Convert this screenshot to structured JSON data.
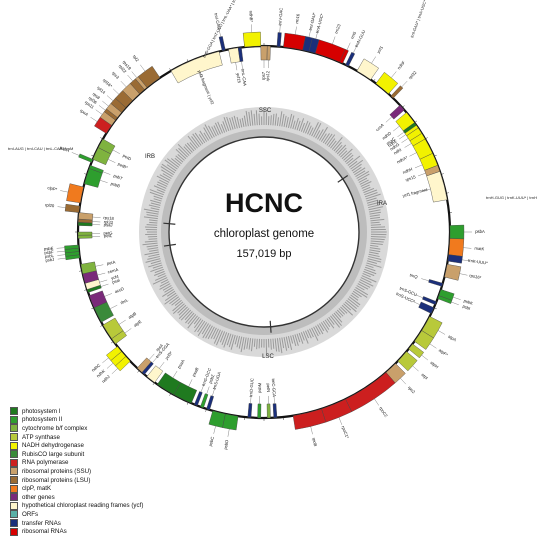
{
  "center": {
    "name": "HCNC",
    "subtitle": "chloroplast genome",
    "size": "157,019 bp"
  },
  "regions": {
    "ssc": "SSC",
    "lsc": "LSC",
    "ira": "IRA",
    "irb": "IRB"
  },
  "colors": {
    "photosystem_i": "#1f7a1f",
    "photosystem_ii": "#2e9e2e",
    "cytochrome": "#7fb33f",
    "atp": "#b8c93a",
    "nadh": "#f2f200",
    "rubisco": "#3a8a3a",
    "rna_pol": "#cc1f1f",
    "ssu": "#c9a06b",
    "lsu": "#9a6b34",
    "clpp": "#f07a1e",
    "other": "#7a2a7a",
    "ycf": "#fff6cc",
    "orfs": "#5ab0a6",
    "trna": "#1b2f7a",
    "rrna": "#d60000"
  },
  "legend": [
    {
      "label": "photosystem I",
      "color": "#1f7a1f"
    },
    {
      "label": "photosystem II",
      "color": "#2e9e2e"
    },
    {
      "label": "cytochrome b/f complex",
      "color": "#7fb33f"
    },
    {
      "label": "ATP synthase",
      "color": "#b8c93a"
    },
    {
      "label": "NADH dehydrogenase",
      "color": "#f2f200"
    },
    {
      "label": "RubisCO large subunit",
      "color": "#3a8a3a"
    },
    {
      "label": "RNA polymerase",
      "color": "#cc1f1f"
    },
    {
      "label": "ribosomal proteins (SSU)",
      "color": "#c9a06b"
    },
    {
      "label": "ribosomal proteins (LSU)",
      "color": "#9a6b34"
    },
    {
      "label": "clpP, matK",
      "color": "#f07a1e"
    },
    {
      "label": "other genes",
      "color": "#7a2a7a"
    },
    {
      "label": "hypothetical chloroplast reading frames (ycf)",
      "color": "#fff6cc"
    },
    {
      "label": "ORFs",
      "color": "#5ab0a6"
    },
    {
      "label": "transfer RNAs",
      "color": "#1b2f7a"
    },
    {
      "label": "ribosomal RNAs",
      "color": "#d60000"
    }
  ],
  "genes": [
    {
      "label": "psbA",
      "start": 88,
      "end": 92,
      "color": "#2e9e2e",
      "side": "out"
    },
    {
      "label": "matK",
      "start": 92,
      "end": 97,
      "color": "#f07a1e",
      "side": "out"
    },
    {
      "label": "trnK-UUU*",
      "start": 97,
      "end": 99,
      "color": "#1b2f7a",
      "side": "out"
    },
    {
      "label": "rps16*",
      "start": 100,
      "end": 104,
      "color": "#c9a06b",
      "side": "out"
    },
    {
      "label": "trnQ",
      "start": 106,
      "end": 107,
      "color": "#1b2f7a",
      "side": "in"
    },
    {
      "label": "psbK",
      "start": 108,
      "end": 110,
      "color": "#2e9e2e",
      "side": "out"
    },
    {
      "label": "psbI",
      "start": 110,
      "end": 111,
      "color": "#2e9e2e",
      "side": "out"
    },
    {
      "label": "trnS-GCU",
      "start": 112,
      "end": 113,
      "color": "#1b2f7a",
      "side": "in"
    },
    {
      "label": "trnG-UCC*",
      "start": 114,
      "end": 116,
      "color": "#1b2f7a",
      "side": "in"
    },
    {
      "label": "atpA",
      "start": 117,
      "end": 122,
      "color": "#b8c93a",
      "side": "out"
    },
    {
      "label": "atpF*",
      "start": 122,
      "end": 126,
      "color": "#b8c93a",
      "side": "out"
    },
    {
      "label": "atpH",
      "start": 127,
      "end": 129,
      "color": "#b8c93a",
      "side": "out"
    },
    {
      "label": "atpI",
      "start": 130,
      "end": 134,
      "color": "#b8c93a",
      "side": "out"
    },
    {
      "label": "rps2",
      "start": 135,
      "end": 139,
      "color": "#c9a06b",
      "side": "out"
    },
    {
      "label": "rpoC2",
      "start": 139,
      "end": 154,
      "color": "#cc1f1f",
      "side": "out"
    },
    {
      "label": "rpoC1*",
      "start": 154,
      "end": 162,
      "color": "#cc1f1f",
      "side": "out"
    },
    {
      "label": "rpoB",
      "start": 162,
      "end": 171,
      "color": "#cc1f1f",
      "side": "out"
    },
    {
      "label": "trnC-GCA",
      "start": 176,
      "end": 177,
      "color": "#1b2f7a",
      "side": "in"
    },
    {
      "label": "petN",
      "start": 178,
      "end": 179,
      "color": "#7fb33f",
      "side": "in"
    },
    {
      "label": "psbM",
      "start": 181,
      "end": 182,
      "color": "#2e9e2e",
      "side": "in"
    },
    {
      "label": "trnD-GUC",
      "start": 184,
      "end": 185,
      "color": "#1b2f7a",
      "side": "in"
    },
    {
      "label": "psbD",
      "start": 188,
      "end": 192,
      "color": "#2e9e2e",
      "side": "out"
    },
    {
      "label": "psbC",
      "start": 192,
      "end": 196,
      "color": "#2e9e2e",
      "side": "out"
    },
    {
      "label": "trnS-UGA",
      "start": 197,
      "end": 198,
      "color": "#1b2f7a",
      "side": "in"
    },
    {
      "label": "psbZ",
      "start": 199,
      "end": 200,
      "color": "#2e9e2e",
      "side": "in"
    },
    {
      "label": "trnG-GCC",
      "start": 201,
      "end": 202,
      "color": "#1b2f7a",
      "side": "in"
    },
    {
      "label": "psaB",
      "start": 203,
      "end": 209,
      "color": "#1f7a1f",
      "side": "in"
    },
    {
      "label": "psaA",
      "start": 209,
      "end": 215,
      "color": "#1f7a1f",
      "side": "in"
    },
    {
      "label": "ycf3*",
      "start": 216,
      "end": 219,
      "color": "#fff6cc",
      "side": "in"
    },
    {
      "label": "trnS-GGA",
      "start": 220,
      "end": 221,
      "color": "#1b2f7a",
      "side": "in"
    },
    {
      "label": "rps4",
      "start": 221,
      "end": 223,
      "color": "#c9a06b",
      "side": "in"
    },
    {
      "label": "ndhJ",
      "start": 226,
      "end": 228,
      "color": "#f2f200",
      "side": "out"
    },
    {
      "label": "ndhK",
      "start": 228,
      "end": 230,
      "color": "#f2f200",
      "side": "out"
    },
    {
      "label": "ndhC",
      "start": 230,
      "end": 232,
      "color": "#f2f200",
      "side": "out"
    },
    {
      "label": "atpE",
      "start": 233,
      "end": 235,
      "color": "#b8c93a",
      "side": "in"
    },
    {
      "label": "atpB",
      "start": 235,
      "end": 240,
      "color": "#b8c93a",
      "side": "in"
    },
    {
      "label": "rbcL",
      "start": 241,
      "end": 246,
      "color": "#3a8a3a",
      "side": "in"
    },
    {
      "label": "accD",
      "start": 246,
      "end": 250,
      "color": "#7a2a7a",
      "side": "in"
    },
    {
      "label": "psaI",
      "start": 251,
      "end": 252,
      "color": "#1f7a1f",
      "side": "in"
    },
    {
      "label": "ycf4",
      "start": 252,
      "end": 254,
      "color": "#fff6cc",
      "side": "in"
    },
    {
      "label": "cemA",
      "start": 254,
      "end": 257,
      "color": "#7a2a7a",
      "side": "in"
    },
    {
      "label": "petA",
      "start": 257,
      "end": 260,
      "color": "#7fb33f",
      "side": "in"
    },
    {
      "label": "psbJ",
      "start": 262,
      "end": 263,
      "color": "#2e9e2e",
      "side": "out"
    },
    {
      "label": "psbL",
      "start": 263,
      "end": 264,
      "color": "#2e9e2e",
      "side": "out"
    },
    {
      "label": "psbF",
      "start": 264,
      "end": 265,
      "color": "#2e9e2e",
      "side": "out"
    },
    {
      "label": "psbE",
      "start": 265,
      "end": 266,
      "color": "#2e9e2e",
      "side": "out"
    },
    {
      "label": "petL",
      "start": 268,
      "end": 269,
      "color": "#7fb33f",
      "side": "in"
    },
    {
      "label": "petG",
      "start": 269,
      "end": 270,
      "color": "#7fb33f",
      "side": "in"
    },
    {
      "label": "psaJ",
      "start": 272,
      "end": 273,
      "color": "#1f7a1f",
      "side": "in"
    },
    {
      "label": "rpl33",
      "start": 273,
      "end": 274,
      "color": "#9a6b34",
      "side": "in"
    },
    {
      "label": "rps18",
      "start": 274,
      "end": 276,
      "color": "#c9a06b",
      "side": "in"
    },
    {
      "label": "rpl20",
      "start": 276,
      "end": 278,
      "color": "#9a6b34",
      "side": "out"
    },
    {
      "label": "clpP*",
      "start": 279,
      "end": 284,
      "color": "#f07a1e",
      "side": "out"
    },
    {
      "label": "psbB",
      "start": 285,
      "end": 290,
      "color": "#2e9e2e",
      "side": "in"
    },
    {
      "label": "psbT",
      "start": 290,
      "end": 291,
      "color": "#2e9e2e",
      "side": "in"
    },
    {
      "label": "psbH",
      "start": 292,
      "end": 293,
      "color": "#2e9e2e",
      "side": "out"
    },
    {
      "label": "petB*",
      "start": 293,
      "end": 297,
      "color": "#7fb33f",
      "side": "in"
    },
    {
      "label": "petD",
      "start": 297,
      "end": 300,
      "color": "#7fb33f",
      "side": "in"
    },
    {
      "label": "rpoA",
      "start": 302,
      "end": 305,
      "color": "#cc1f1f",
      "side": "out"
    },
    {
      "label": "rps11",
      "start": 305,
      "end": 307,
      "color": "#c9a06b",
      "side": "out"
    },
    {
      "label": "rpl36",
      "start": 307,
      "end": 308,
      "color": "#9a6b34",
      "side": "out"
    },
    {
      "label": "rps8",
      "start": 308,
      "end": 310,
      "color": "#c9a06b",
      "side": "out"
    },
    {
      "label": "rpl14",
      "start": 310,
      "end": 312,
      "color": "#9a6b34",
      "side": "out"
    },
    {
      "label": "rpl16*",
      "start": 312,
      "end": 315,
      "color": "#9a6b34",
      "side": "out"
    },
    {
      "label": "rps3",
      "start": 315,
      "end": 318,
      "color": "#c9a06b",
      "side": "out"
    },
    {
      "label": "rpl22",
      "start": 318,
      "end": 320,
      "color": "#9a6b34",
      "side": "out"
    },
    {
      "label": "rps19",
      "start": 320,
      "end": 321,
      "color": "#c9a06b",
      "side": "out"
    },
    {
      "label": "rpl2",
      "start": 321,
      "end": 326,
      "color": "#9a6b34",
      "side": "out"
    },
    {
      "label": "ycf2 fragment | ycf2",
      "start": 330,
      "end": 346,
      "color": "#fff6cc",
      "side": "in"
    },
    {
      "label": "trnI-CAU",
      "start": 347,
      "end": 348,
      "color": "#1b2f7a",
      "side": "out"
    },
    {
      "label": "ycf15",
      "start": 349,
      "end": 352,
      "color": "#fff6cc",
      "side": "in"
    },
    {
      "label": "trnL-CAA",
      "start": 352,
      "end": 353,
      "color": "#1b2f7a",
      "side": "in"
    },
    {
      "label": "ndhB*",
      "start": 354,
      "end": 359,
      "color": "#f2f200",
      "side": "out"
    },
    {
      "label": "rps7",
      "start": 359,
      "end": 361,
      "color": "#c9a06b",
      "side": "in"
    },
    {
      "label": "rps12",
      "start": 361,
      "end": 362,
      "color": "#c9a06b",
      "side": "in"
    },
    {
      "label": "trnV-GAC",
      "start": 364,
      "end": 365,
      "color": "#1b2f7a",
      "side": "out"
    },
    {
      "label": "rrn16",
      "start": 366,
      "end": 372,
      "color": "#d60000",
      "side": "out"
    },
    {
      "label": "trnI-GAU*",
      "start": 372,
      "end": 374,
      "color": "#1b2f7a",
      "side": "out"
    },
    {
      "label": "trnA-UGC*",
      "start": 374,
      "end": 376,
      "color": "#1b2f7a",
      "side": "out"
    },
    {
      "label": "rrn23",
      "start": 376,
      "end": 384,
      "color": "#d60000",
      "side": "out"
    },
    {
      "label": "rrn5",
      "start": 384,
      "end": 385,
      "color": "#d60000",
      "side": "out"
    },
    {
      "label": "trnN-GUU",
      "start": 386,
      "end": 387,
      "color": "#1b2f7a",
      "side": "out"
    },
    {
      "label": "ycf1",
      "start": 390,
      "end": 395,
      "color": "#fff6cc",
      "side": "out"
    },
    {
      "label": "ndhF",
      "start": 397,
      "end": 402,
      "color": "#f2f200",
      "side": "out"
    },
    {
      "label": "rpl32",
      "start": 403,
      "end": 404,
      "color": "#9a6b34",
      "side": "out"
    },
    {
      "label": "ccsA",
      "start": 407,
      "end": 409,
      "color": "#7a2a7a",
      "side": "in"
    },
    {
      "label": "ndhD",
      "start": 410,
      "end": 414,
      "color": "#f2f200",
      "side": "in"
    },
    {
      "label": "psaC",
      "start": 414,
      "end": 415,
      "color": "#1f7a1f",
      "side": "in"
    },
    {
      "label": "ndhE",
      "start": 415,
      "end": 416,
      "color": "#f2f200",
      "side": "in"
    },
    {
      "label": "ndhG",
      "start": 416,
      "end": 418,
      "color": "#f2f200",
      "side": "in"
    },
    {
      "label": "ndhI",
      "start": 418,
      "end": 420,
      "color": "#f2f200",
      "side": "in"
    },
    {
      "label": "ndhA*",
      "start": 420,
      "end": 425,
      "color": "#f2f200",
      "side": "in"
    },
    {
      "label": "ndhH",
      "start": 425,
      "end": 429,
      "color": "#f2f200",
      "side": "in"
    },
    {
      "label": "rps15",
      "start": 429,
      "end": 431,
      "color": "#c9a06b",
      "side": "in"
    },
    {
      "label": "ycf1 fragment",
      "start": 431,
      "end": 440,
      "color": "#fff6cc",
      "side": "in"
    }
  ],
  "label_notes": {
    "top_left": "trnS-GGA | trnT-UGU | trnL-UAA* | trnF-GAA",
    "left": "trnI-AUG | trnI-CAU | trnL-CAA | trnM",
    "right_top": "trnI-GAU* | trnA-UGC*",
    "right_mid": "trnH-GUG | trnK-UUU* | trnH"
  }
}
